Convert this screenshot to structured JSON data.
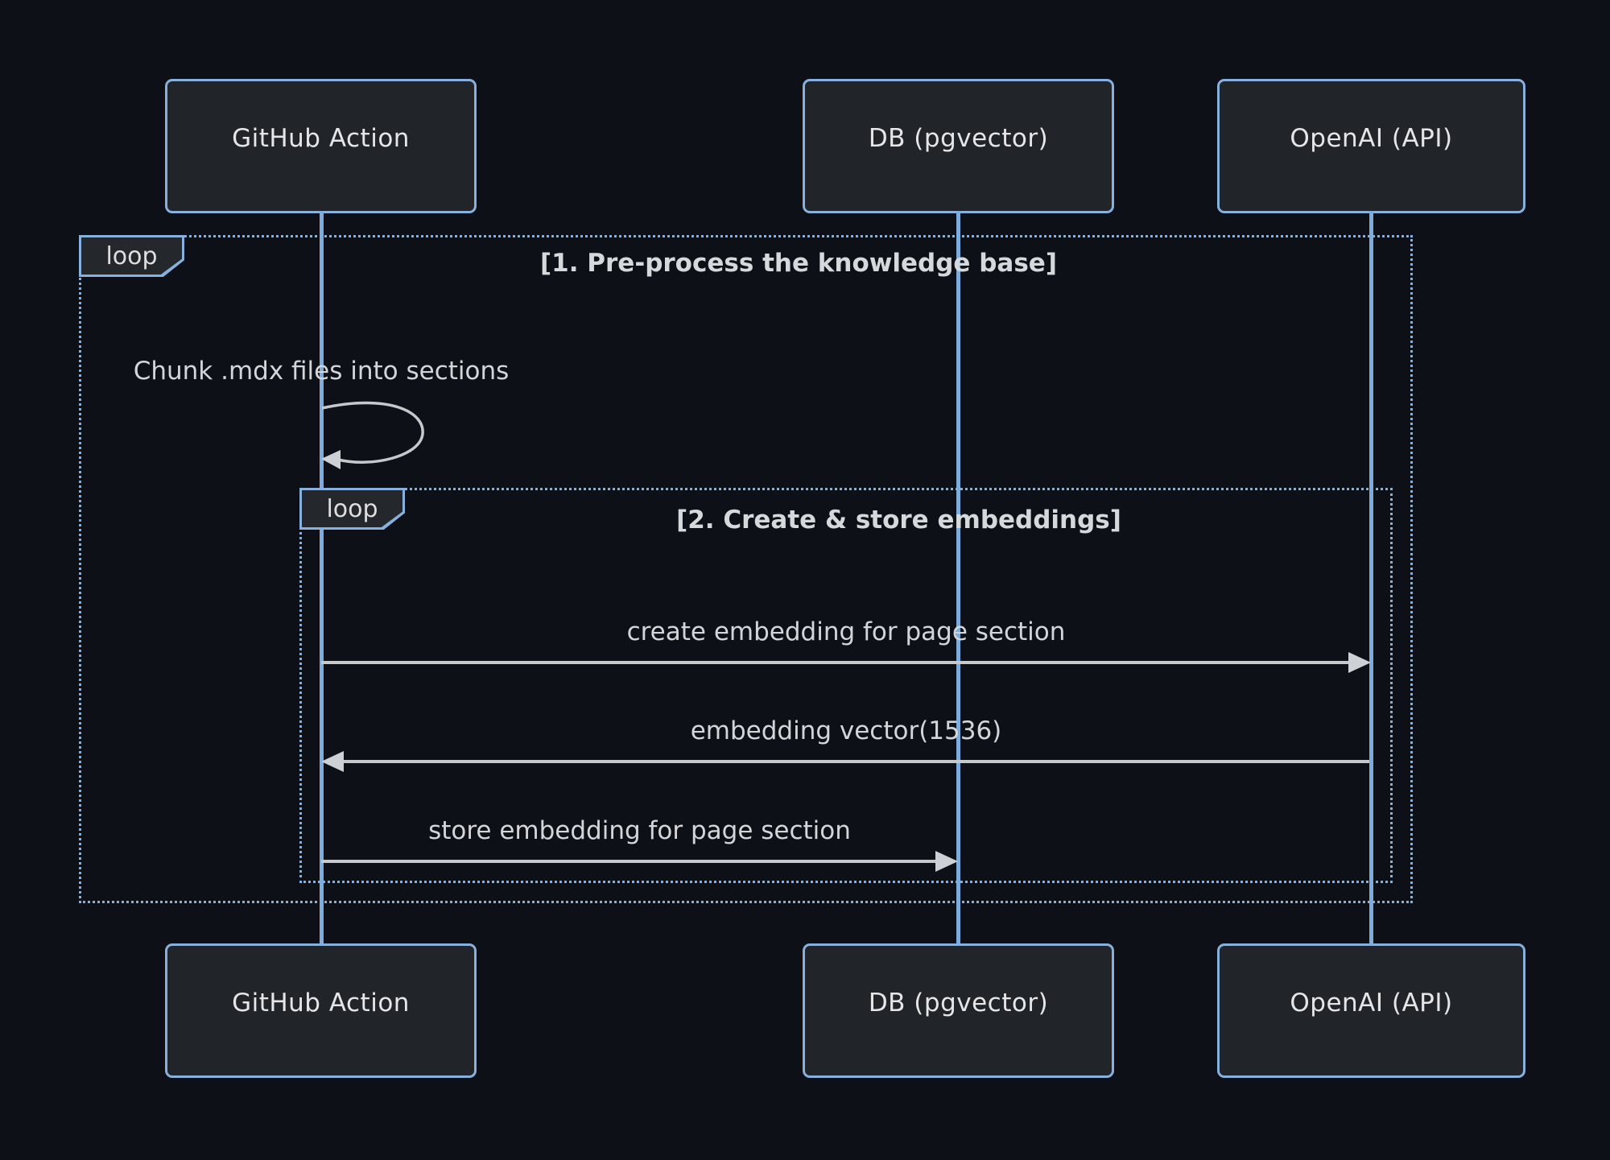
{
  "diagram": {
    "type": "sequence-diagram",
    "actors": [
      {
        "name": "GitHub Action"
      },
      {
        "name": "DB (pgvector)"
      },
      {
        "name": "OpenAI (API)"
      }
    ],
    "loops": [
      {
        "label": "loop",
        "title": "[1. Pre-process the knowledge base]"
      },
      {
        "label": "loop",
        "title": "[2. Create & store embeddings]"
      }
    ],
    "messages": [
      {
        "text": "Chunk .mdx files into sections",
        "from": "GitHub Action",
        "to": "GitHub Action",
        "arrow": "self"
      },
      {
        "text": "create embedding for page section",
        "from": "GitHub Action",
        "to": "OpenAI (API)",
        "arrow": "solid-right"
      },
      {
        "text": "embedding vector(1536)",
        "from": "OpenAI (API)",
        "to": "GitHub Action",
        "arrow": "solid-left"
      },
      {
        "text": "store embedding for page section",
        "from": "GitHub Action",
        "to": "DB (pgvector)",
        "arrow": "solid-right"
      }
    ],
    "colors": {
      "background": "#0d1117",
      "actor_fill": "#212529",
      "actor_border": "#87b1dc",
      "lifeline": "#7cabdd",
      "loop_border": "#87b1dc",
      "loop_label_fill": "#24282c",
      "signal": "#c6c9cc",
      "message_text": "#d3d6d9",
      "actor_text": "#e4e6e8"
    }
  }
}
